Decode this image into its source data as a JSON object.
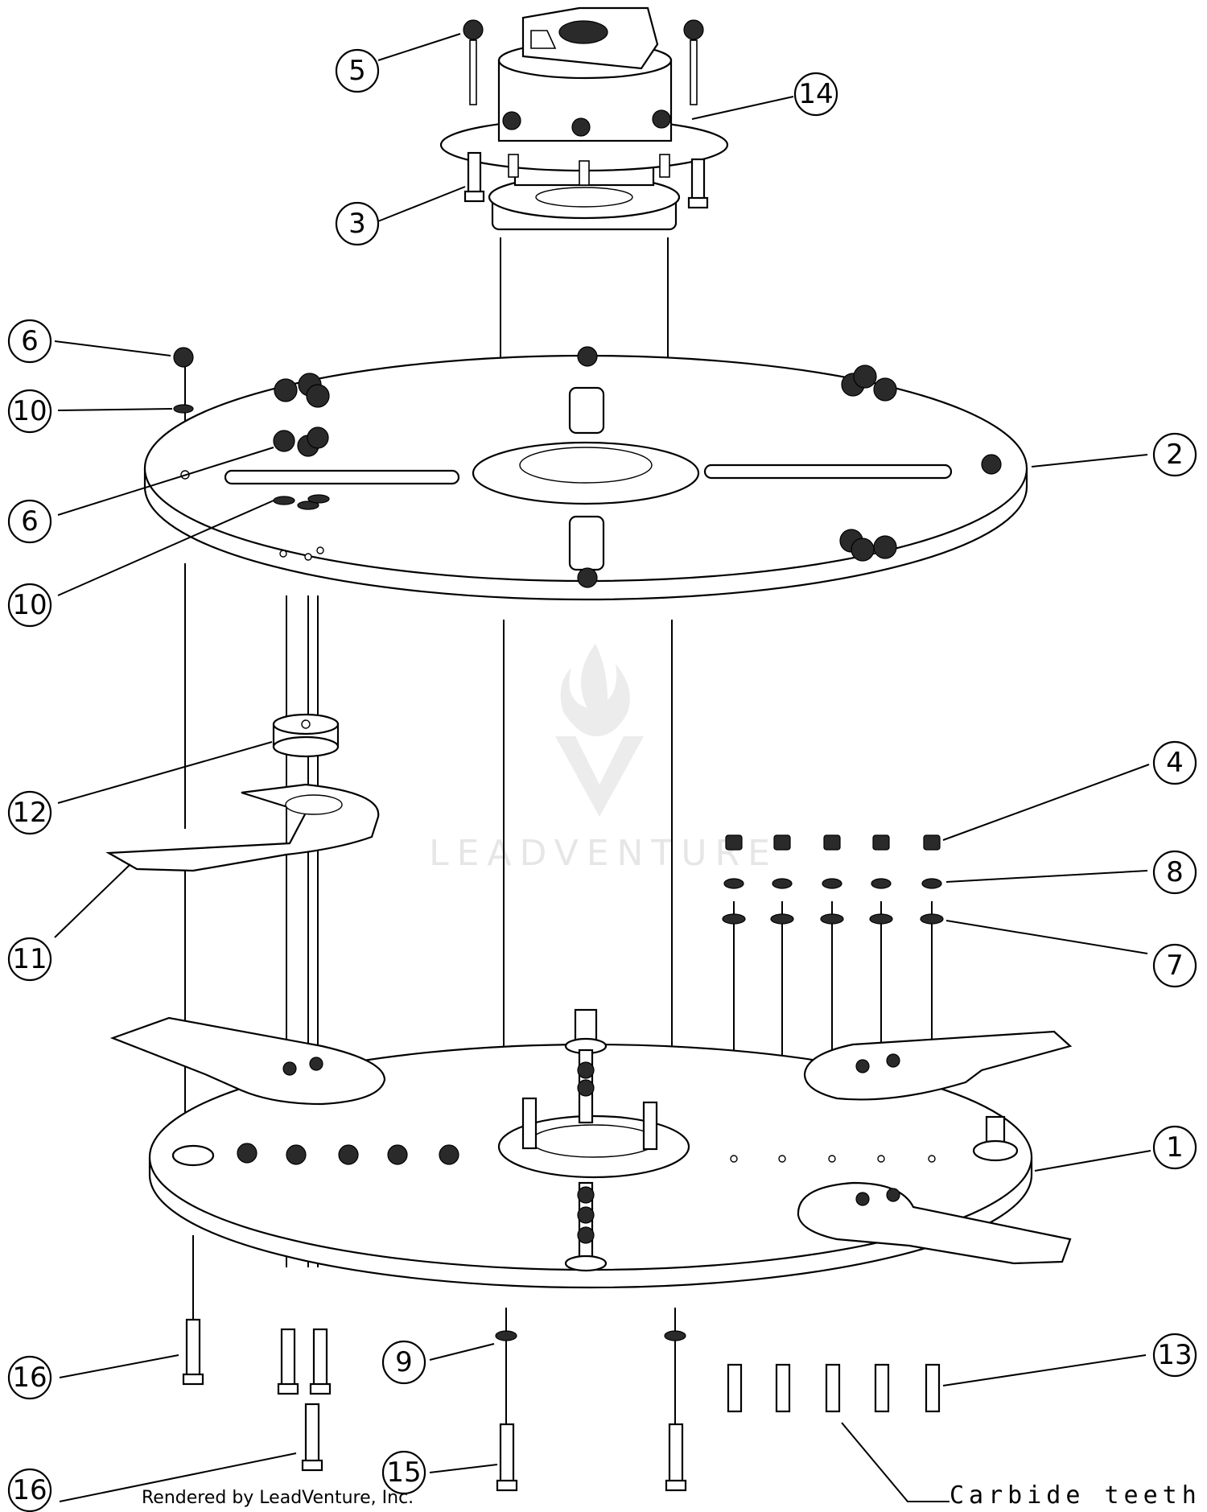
{
  "callouts": [
    {
      "id": "5",
      "label": "5"
    },
    {
      "id": "14",
      "label": "14"
    },
    {
      "id": "3",
      "label": "3"
    },
    {
      "id": "6a",
      "label": "6"
    },
    {
      "id": "10a",
      "label": "10"
    },
    {
      "id": "2",
      "label": "2"
    },
    {
      "id": "6b",
      "label": "6"
    },
    {
      "id": "10b",
      "label": "10"
    },
    {
      "id": "4",
      "label": "4"
    },
    {
      "id": "12",
      "label": "12"
    },
    {
      "id": "8",
      "label": "8"
    },
    {
      "id": "11",
      "label": "11"
    },
    {
      "id": "7",
      "label": "7"
    },
    {
      "id": "1",
      "label": "1"
    },
    {
      "id": "9",
      "label": "9"
    },
    {
      "id": "13",
      "label": "13"
    },
    {
      "id": "16a",
      "label": "16"
    },
    {
      "id": "16b",
      "label": "16"
    },
    {
      "id": "15",
      "label": "15"
    }
  ],
  "annotation": "Carbide teeth",
  "credit": "Rendered by LeadVenture, Inc.",
  "watermark": "LEADVENTURE"
}
